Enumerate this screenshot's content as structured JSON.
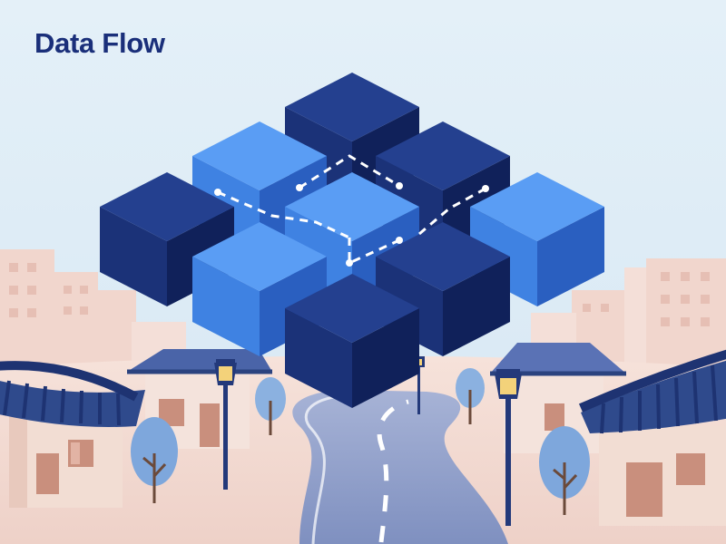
{
  "title": "Data Flow",
  "colors": {
    "sky": "#dcebf5",
    "cube_dark": "#1f3a8f",
    "cube_light": "#4a8ff0",
    "roof": "#3b5296",
    "wall": "#f2ddd3",
    "road": "#8fa0c9",
    "tree": "#7ea7dc"
  },
  "icons": [
    "isometric-cube-grid",
    "hanok-roof",
    "street-lamp",
    "tree",
    "winding-road",
    "background-buildings"
  ]
}
